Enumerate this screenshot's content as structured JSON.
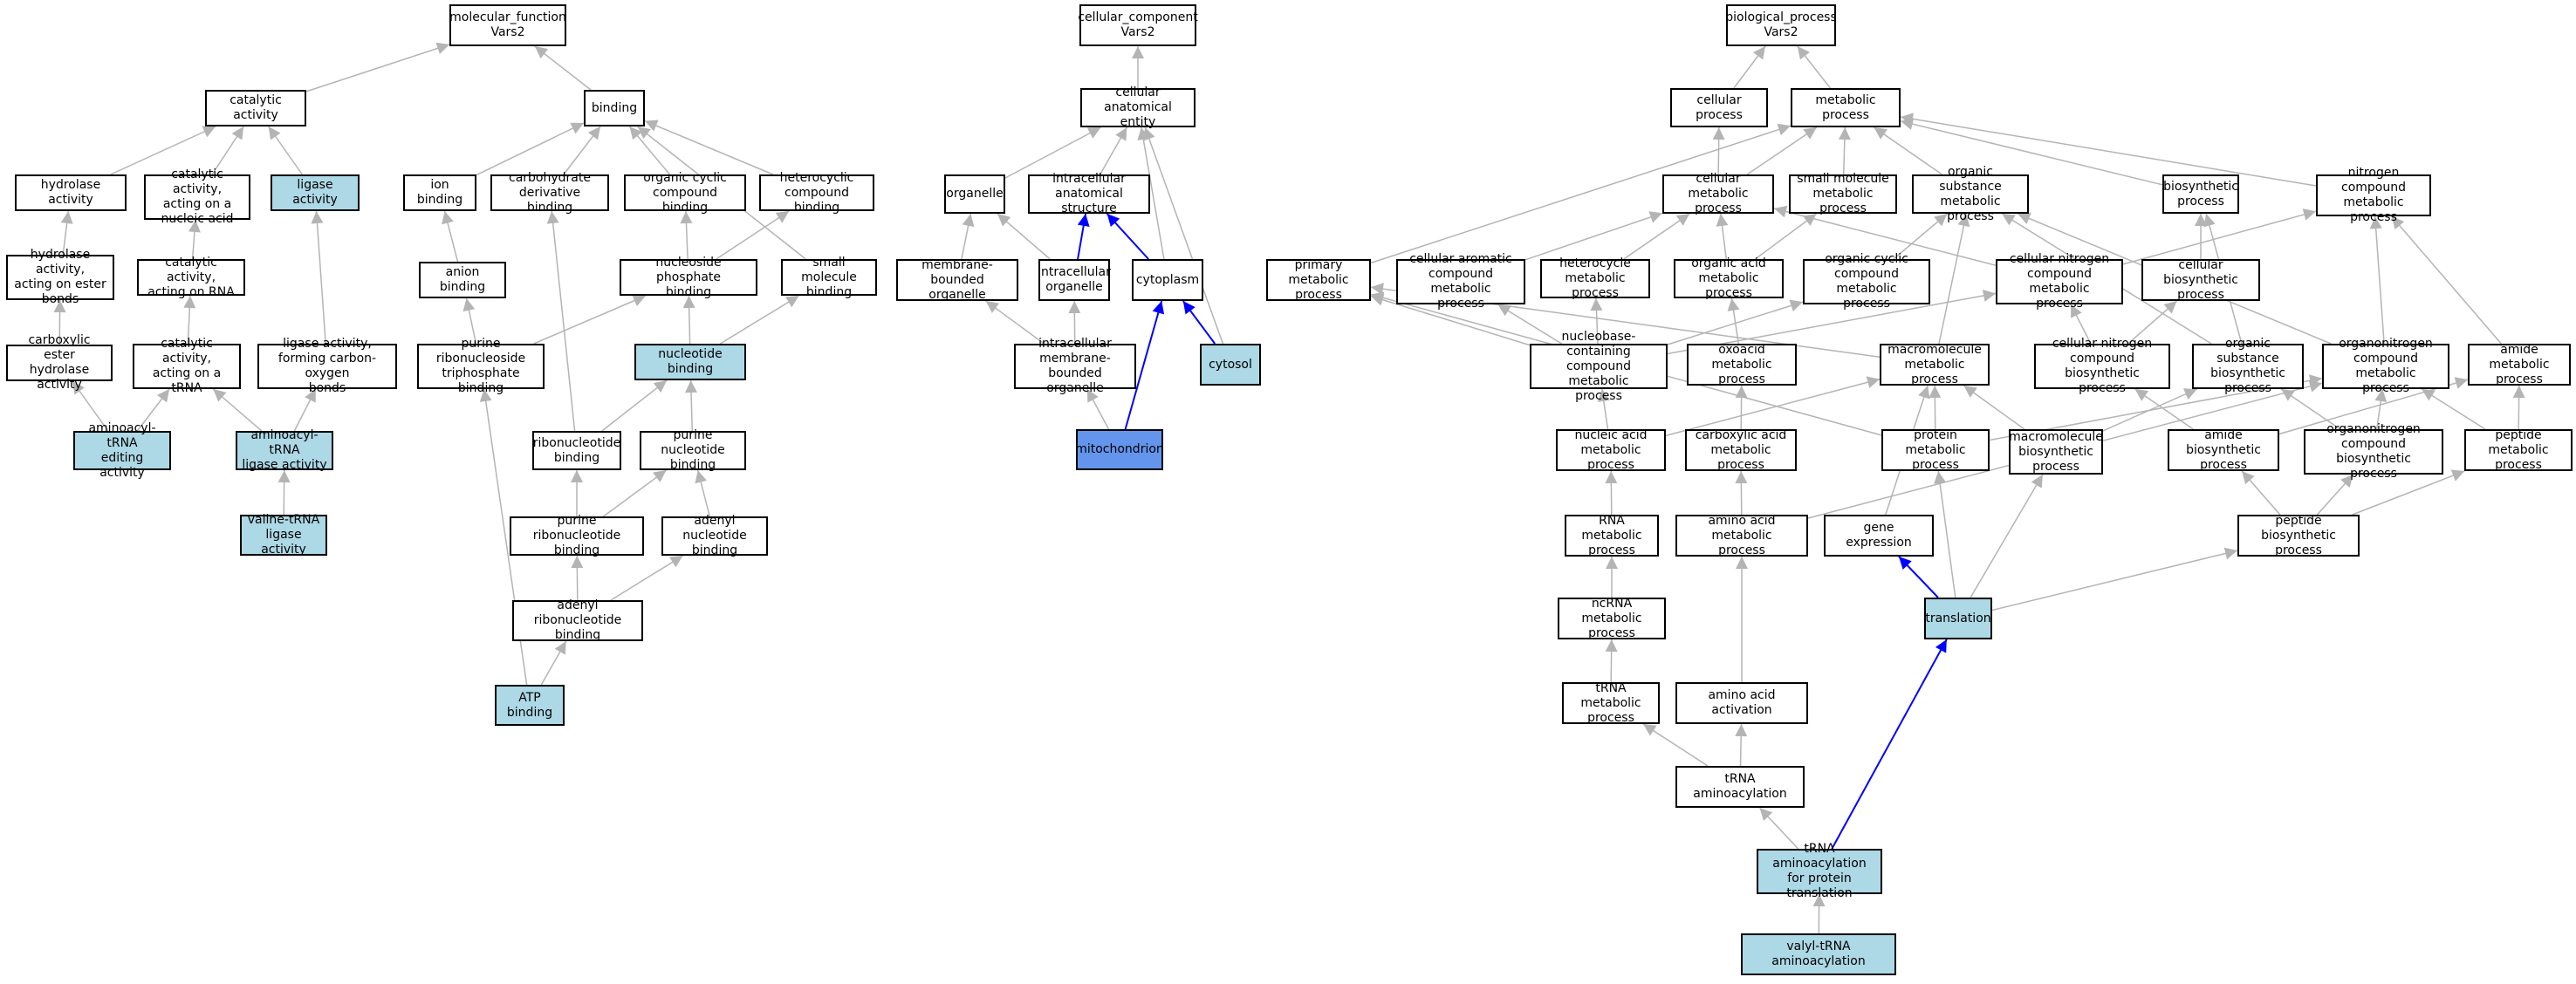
{
  "colors": {
    "plain": "#ffffff",
    "query": "#add8e6",
    "focus": "#6495ed",
    "edge": "#b4b4b4",
    "highlight": "#0000ff",
    "border": "#000000"
  },
  "nodes": [
    {
      "id": "mf",
      "label": "molecular_function\nVars2",
      "style": "plain"
    },
    {
      "id": "cat",
      "label": "catalytic activity",
      "style": "plain"
    },
    {
      "id": "bind",
      "label": "binding",
      "style": "plain"
    },
    {
      "id": "hyd",
      "label": "hydrolase activity",
      "style": "plain"
    },
    {
      "id": "catna",
      "label": "catalytic activity,\nacting on a\nnucleic acid",
      "style": "plain"
    },
    {
      "id": "lig",
      "label": "ligase activity",
      "style": "query"
    },
    {
      "id": "ionb",
      "label": "ion binding",
      "style": "plain"
    },
    {
      "id": "carb",
      "label": "carbohydrate\nderivative binding",
      "style": "plain"
    },
    {
      "id": "occb",
      "label": "organic cyclic\ncompound binding",
      "style": "plain"
    },
    {
      "id": "hccb",
      "label": "heterocyclic\ncompound binding",
      "style": "plain"
    },
    {
      "id": "hydest",
      "label": "hydrolase activity,\nacting on ester\nbonds",
      "style": "plain"
    },
    {
      "id": "catrna",
      "label": "catalytic activity,\nacting on RNA",
      "style": "plain"
    },
    {
      "id": "anion",
      "label": "anion binding",
      "style": "plain"
    },
    {
      "id": "npb",
      "label": "nucleoside phosphate\nbinding",
      "style": "plain"
    },
    {
      "id": "smb",
      "label": "small molecule\nbinding",
      "style": "plain"
    },
    {
      "id": "ceh",
      "label": "carboxylic ester\nhydrolase activity",
      "style": "plain"
    },
    {
      "id": "cattrna",
      "label": "catalytic activity,\nacting on a\ntRNA",
      "style": "plain"
    },
    {
      "id": "ligco",
      "label": "ligase activity,\nforming carbon-oxygen\nbonds",
      "style": "plain"
    },
    {
      "id": "prtb",
      "label": "purine ribonucleoside\ntriphosphate\nbinding",
      "style": "plain"
    },
    {
      "id": "ntb",
      "label": "nucleotide binding",
      "style": "query"
    },
    {
      "id": "aaed",
      "label": "aminoacyl-tRNA\nediting activity",
      "style": "query"
    },
    {
      "id": "aalig",
      "label": "aminoacyl-tRNA\nligase activity",
      "style": "query"
    },
    {
      "id": "rnb",
      "label": "ribonucleotide\nbinding",
      "style": "plain"
    },
    {
      "id": "pnb",
      "label": "purine nucleotide\nbinding",
      "style": "plain"
    },
    {
      "id": "valt",
      "label": "valine-tRNA\nligase activity",
      "style": "query"
    },
    {
      "id": "prnb",
      "label": "purine ribonucleotide\nbinding",
      "style": "plain"
    },
    {
      "id": "adnb",
      "label": "adenyl nucleotide\nbinding",
      "style": "plain"
    },
    {
      "id": "adrnb",
      "label": "adenyl ribonucleotide\nbinding",
      "style": "plain"
    },
    {
      "id": "atp",
      "label": "ATP binding",
      "style": "query"
    },
    {
      "id": "cc",
      "label": "cellular_component\nVars2",
      "style": "plain"
    },
    {
      "id": "cae",
      "label": "cellular anatomical\nentity",
      "style": "plain"
    },
    {
      "id": "orgl",
      "label": "organelle",
      "style": "plain"
    },
    {
      "id": "ias",
      "label": "intracellular\nanatomical structure",
      "style": "plain"
    },
    {
      "id": "mbo",
      "label": "membrane-bounded\norganelle",
      "style": "plain"
    },
    {
      "id": "intorg",
      "label": "intracellular\norganelle",
      "style": "plain"
    },
    {
      "id": "cyto",
      "label": "cytoplasm",
      "style": "plain"
    },
    {
      "id": "imbo",
      "label": "intracellular\nmembrane-bounded\norganelle",
      "style": "plain"
    },
    {
      "id": "cytosol",
      "label": "cytosol",
      "style": "query"
    },
    {
      "id": "mito",
      "label": "mitochondrion",
      "style": "focus"
    },
    {
      "id": "bp",
      "label": "biological_process\nVars2",
      "style": "plain"
    },
    {
      "id": "cellp",
      "label": "cellular process",
      "style": "plain"
    },
    {
      "id": "metp",
      "label": "metabolic process",
      "style": "plain"
    },
    {
      "id": "cmp",
      "label": "cellular metabolic\nprocess",
      "style": "plain"
    },
    {
      "id": "smmp",
      "label": "small molecule\nmetabolic process",
      "style": "plain"
    },
    {
      "id": "osmp",
      "label": "organic substance\nmetabolic process",
      "style": "plain"
    },
    {
      "id": "biosyn",
      "label": "biosynthetic\nprocess",
      "style": "plain"
    },
    {
      "id": "ncmp",
      "label": "nitrogen compound\nmetabolic process",
      "style": "plain"
    },
    {
      "id": "pmp",
      "label": "primary metabolic\nprocess",
      "style": "plain"
    },
    {
      "id": "cacmp",
      "label": "cellular aromatic\ncompound metabolic\nprocess",
      "style": "plain"
    },
    {
      "id": "hmp",
      "label": "heterocycle\nmetabolic process",
      "style": "plain"
    },
    {
      "id": "oamp",
      "label": "organic acid\nmetabolic process",
      "style": "plain"
    },
    {
      "id": "occmp",
      "label": "organic cyclic\ncompound metabolic\nprocess",
      "style": "plain"
    },
    {
      "id": "cncmp",
      "label": "cellular nitrogen\ncompound metabolic\nprocess",
      "style": "plain"
    },
    {
      "id": "cbp",
      "label": "cellular biosynthetic\nprocess",
      "style": "plain"
    },
    {
      "id": "nbcmp",
      "label": "nucleobase-containing\ncompound metabolic\nprocess",
      "style": "plain"
    },
    {
      "id": "oxmp",
      "label": "oxoacid metabolic\nprocess",
      "style": "plain"
    },
    {
      "id": "macmp",
      "label": "macromolecule\nmetabolic process",
      "style": "plain"
    },
    {
      "id": "cncbp",
      "label": "cellular nitrogen\ncompound biosynthetic\nprocess",
      "style": "plain"
    },
    {
      "id": "osbp",
      "label": "organic substance\nbiosynthetic\nprocess",
      "style": "plain"
    },
    {
      "id": "onmp",
      "label": "organonitrogen\ncompound metabolic\nprocess",
      "style": "plain"
    },
    {
      "id": "amidemp",
      "label": "amide metabolic\nprocess",
      "style": "plain"
    },
    {
      "id": "namp",
      "label": "nucleic acid\nmetabolic process",
      "style": "plain"
    },
    {
      "id": "camp",
      "label": "carboxylic acid\nmetabolic process",
      "style": "plain"
    },
    {
      "id": "protmp",
      "label": "protein metabolic\nprocess",
      "style": "plain"
    },
    {
      "id": "macbp",
      "label": "macromolecule\nbiosynthetic\nprocess",
      "style": "plain"
    },
    {
      "id": "amidebp",
      "label": "amide biosynthetic\nprocess",
      "style": "plain"
    },
    {
      "id": "onbp",
      "label": "organonitrogen\ncompound biosynthetic\nprocess",
      "style": "plain"
    },
    {
      "id": "pepmp",
      "label": "peptide metabolic\nprocess",
      "style": "plain"
    },
    {
      "id": "rnamp",
      "label": "RNA metabolic\nprocess",
      "style": "plain"
    },
    {
      "id": "aamp",
      "label": "amino acid metabolic\nprocess",
      "style": "plain"
    },
    {
      "id": "gexp",
      "label": "gene expression",
      "style": "plain"
    },
    {
      "id": "pepbp",
      "label": "peptide biosynthetic\nprocess",
      "style": "plain"
    },
    {
      "id": "ncrna",
      "label": "ncRNA metabolic\nprocess",
      "style": "plain"
    },
    {
      "id": "transl",
      "label": "translation",
      "style": "query"
    },
    {
      "id": "trnamp",
      "label": "tRNA metabolic\nprocess",
      "style": "plain"
    },
    {
      "id": "aaact",
      "label": "amino acid activation",
      "style": "plain"
    },
    {
      "id": "trnaaa",
      "label": "tRNA aminoacylation",
      "style": "plain"
    },
    {
      "id": "trnaaapt",
      "label": "tRNA aminoacylation\nfor protein\ntranslation",
      "style": "query"
    },
    {
      "id": "valaa",
      "label": "valyl-tRNA aminoacylation",
      "style": "query"
    }
  ],
  "edges": [
    [
      "cat",
      "mf",
      "gray"
    ],
    [
      "bind",
      "mf",
      "gray"
    ],
    [
      "hyd",
      "cat",
      "gray"
    ],
    [
      "catna",
      "cat",
      "gray"
    ],
    [
      "lig",
      "cat",
      "gray"
    ],
    [
      "ionb",
      "bind",
      "gray"
    ],
    [
      "carb",
      "bind",
      "gray"
    ],
    [
      "occb",
      "bind",
      "gray"
    ],
    [
      "hccb",
      "bind",
      "gray"
    ],
    [
      "smb",
      "bind",
      "gray"
    ],
    [
      "hydest",
      "hyd",
      "gray"
    ],
    [
      "catrna",
      "catna",
      "gray"
    ],
    [
      "anion",
      "ionb",
      "gray"
    ],
    [
      "npb",
      "occb",
      "gray"
    ],
    [
      "npb",
      "hccb",
      "gray"
    ],
    [
      "ceh",
      "hydest",
      "gray"
    ],
    [
      "cattrna",
      "catrna",
      "gray"
    ],
    [
      "ligco",
      "lig",
      "gray"
    ],
    [
      "prtb",
      "anion",
      "gray"
    ],
    [
      "prtb",
      "npb",
      "gray"
    ],
    [
      "ntb",
      "npb",
      "gray"
    ],
    [
      "ntb",
      "smb",
      "gray"
    ],
    [
      "aaed",
      "ceh",
      "gray"
    ],
    [
      "aaed",
      "cattrna",
      "gray"
    ],
    [
      "aalig",
      "cattrna",
      "gray"
    ],
    [
      "aalig",
      "ligco",
      "gray"
    ],
    [
      "rnb",
      "carb",
      "gray"
    ],
    [
      "rnb",
      "ntb",
      "gray"
    ],
    [
      "pnb",
      "ntb",
      "gray"
    ],
    [
      "valt",
      "aalig",
      "gray"
    ],
    [
      "prnb",
      "rnb",
      "gray"
    ],
    [
      "prnb",
      "pnb",
      "gray"
    ],
    [
      "adnb",
      "pnb",
      "gray"
    ],
    [
      "adrnb",
      "prnb",
      "gray"
    ],
    [
      "adrnb",
      "adnb",
      "gray"
    ],
    [
      "atp",
      "adrnb",
      "gray"
    ],
    [
      "atp",
      "prtb",
      "gray"
    ],
    [
      "cae",
      "cc",
      "gray"
    ],
    [
      "orgl",
      "cae",
      "gray"
    ],
    [
      "ias",
      "cae",
      "gray"
    ],
    [
      "mbo",
      "orgl",
      "gray"
    ],
    [
      "intorg",
      "orgl",
      "gray"
    ],
    [
      "intorg",
      "ias",
      "blue"
    ],
    [
      "cyto",
      "ias",
      "blue"
    ],
    [
      "cyto",
      "cae",
      "gray"
    ],
    [
      "cytosol",
      "cae",
      "gray"
    ],
    [
      "cytosol",
      "cyto",
      "blue"
    ],
    [
      "imbo",
      "mbo",
      "gray"
    ],
    [
      "imbo",
      "intorg",
      "gray"
    ],
    [
      "mito",
      "imbo",
      "gray"
    ],
    [
      "mito",
      "cyto",
      "blue"
    ],
    [
      "cellp",
      "bp",
      "gray"
    ],
    [
      "metp",
      "bp",
      "gray"
    ],
    [
      "cmp",
      "cellp",
      "gray"
    ],
    [
      "cmp",
      "metp",
      "gray"
    ],
    [
      "smmp",
      "metp",
      "gray"
    ],
    [
      "osmp",
      "metp",
      "gray"
    ],
    [
      "biosyn",
      "metp",
      "gray"
    ],
    [
      "ncmp",
      "metp",
      "gray"
    ],
    [
      "pmp",
      "metp",
      "gray"
    ],
    [
      "cacmp",
      "cmp",
      "gray"
    ],
    [
      "hmp",
      "cmp",
      "gray"
    ],
    [
      "oamp",
      "cmp",
      "gray"
    ],
    [
      "oamp",
      "smmp",
      "gray"
    ],
    [
      "occmp",
      "osmp",
      "gray"
    ],
    [
      "cncmp",
      "cmp",
      "gray"
    ],
    [
      "cncmp",
      "ncmp",
      "gray"
    ],
    [
      "cbp",
      "biosyn",
      "gray"
    ],
    [
      "nbcmp",
      "cacmp",
      "gray"
    ],
    [
      "nbcmp",
      "hmp",
      "gray"
    ],
    [
      "nbcmp",
      "occmp",
      "gray"
    ],
    [
      "nbcmp",
      "cncmp",
      "gray"
    ],
    [
      "nbcmp",
      "pmp",
      "gray"
    ],
    [
      "oxmp",
      "oamp",
      "gray"
    ],
    [
      "macmp",
      "osmp",
      "gray"
    ],
    [
      "macmp",
      "pmp",
      "gray"
    ],
    [
      "cncbp",
      "cncmp",
      "gray"
    ],
    [
      "cncbp",
      "cbp",
      "gray"
    ],
    [
      "osbp",
      "osmp",
      "gray"
    ],
    [
      "osbp",
      "biosyn",
      "gray"
    ],
    [
      "onmp",
      "osmp",
      "gray"
    ],
    [
      "onmp",
      "ncmp",
      "gray"
    ],
    [
      "amidemp",
      "ncmp",
      "gray"
    ],
    [
      "namp",
      "nbcmp",
      "gray"
    ],
    [
      "namp",
      "macmp",
      "gray"
    ],
    [
      "camp",
      "oxmp",
      "gray"
    ],
    [
      "protmp",
      "macmp",
      "gray"
    ],
    [
      "protmp",
      "onmp",
      "gray"
    ],
    [
      "protmp",
      "pmp",
      "gray"
    ],
    [
      "macbp",
      "macmp",
      "gray"
    ],
    [
      "macbp",
      "osbp",
      "gray"
    ],
    [
      "amidebp",
      "amidemp",
      "gray"
    ],
    [
      "amidebp",
      "cncbp",
      "gray"
    ],
    [
      "onbp",
      "onmp",
      "gray"
    ],
    [
      "onbp",
      "osbp",
      "gray"
    ],
    [
      "pepmp",
      "amidemp",
      "gray"
    ],
    [
      "pepmp",
      "onmp",
      "gray"
    ],
    [
      "rnamp",
      "namp",
      "gray"
    ],
    [
      "aamp",
      "camp",
      "gray"
    ],
    [
      "aamp",
      "onmp",
      "gray"
    ],
    [
      "gexp",
      "macmp",
      "gray"
    ],
    [
      "pepbp",
      "amidebp",
      "gray"
    ],
    [
      "pepbp",
      "onbp",
      "gray"
    ],
    [
      "pepbp",
      "pepmp",
      "gray"
    ],
    [
      "ncrna",
      "rnamp",
      "gray"
    ],
    [
      "transl",
      "gexp",
      "blue"
    ],
    [
      "transl",
      "protmp",
      "gray"
    ],
    [
      "transl",
      "macbp",
      "gray"
    ],
    [
      "transl",
      "pepbp",
      "gray"
    ],
    [
      "trnamp",
      "ncrna",
      "gray"
    ],
    [
      "aaact",
      "aamp",
      "gray"
    ],
    [
      "trnaaa",
      "trnamp",
      "gray"
    ],
    [
      "trnaaa",
      "aaact",
      "gray"
    ],
    [
      "trnaaapt",
      "trnaaa",
      "gray"
    ],
    [
      "trnaaapt",
      "transl",
      "blue"
    ],
    [
      "valaa",
      "trnaaapt",
      "gray"
    ]
  ]
}
